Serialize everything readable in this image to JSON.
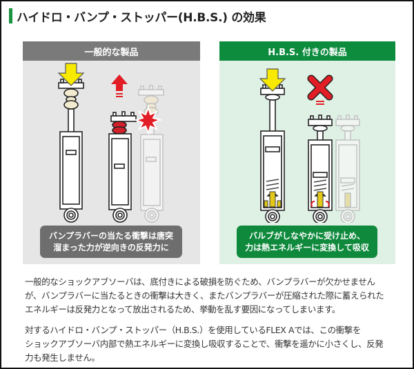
{
  "header": {
    "title": "ハイドロ・バンプ・ストッパー(H.B.S.) の効果",
    "accent_color": "#1a9240"
  },
  "panels": {
    "left": {
      "title": "一般的な製品",
      "header_color": "#7a7a7a",
      "background": "#e6e6e6",
      "note_lines": [
        "バンプラバーの当たる衝撃は唐突",
        "溜まった力が逆向きの反発力に"
      ],
      "icons": [
        "down-arrow-yellow",
        "up-arrow-red",
        "impact-burst-red"
      ]
    },
    "right": {
      "title": "H.B.S. 付きの製品",
      "header_color": "#0d8c3e",
      "background": "#dff0e5",
      "note_lines": [
        "バルブがしなやかに受け止め、",
        "力は熱エネルギーに変換して吸収"
      ],
      "icons": [
        "down-arrow-yellow",
        "cross-mark-red"
      ]
    }
  },
  "body": {
    "paragraph1": [
      "一般的なショックアブソーバは、底付きによる破損を防ぐため、バンプラバーが欠かせません",
      "が、バンプラバーに当たるときの衝撃は大きく、またバンプラバーが圧縮された際に蓄えられた",
      "エネルギーは反発力となって放出されるため、挙動を乱す要因になってしまいます。"
    ],
    "paragraph2": [
      "対するハイドロ・バンプ・ストッパー（H.B.S.）を使用しているFLEX Aでは、この衝撃を",
      "ショックアブソーバ内部で熱エネルギーに変換し吸収することで、衝撃を遥かに小さくし、反発",
      "力も発生しません。"
    ]
  }
}
